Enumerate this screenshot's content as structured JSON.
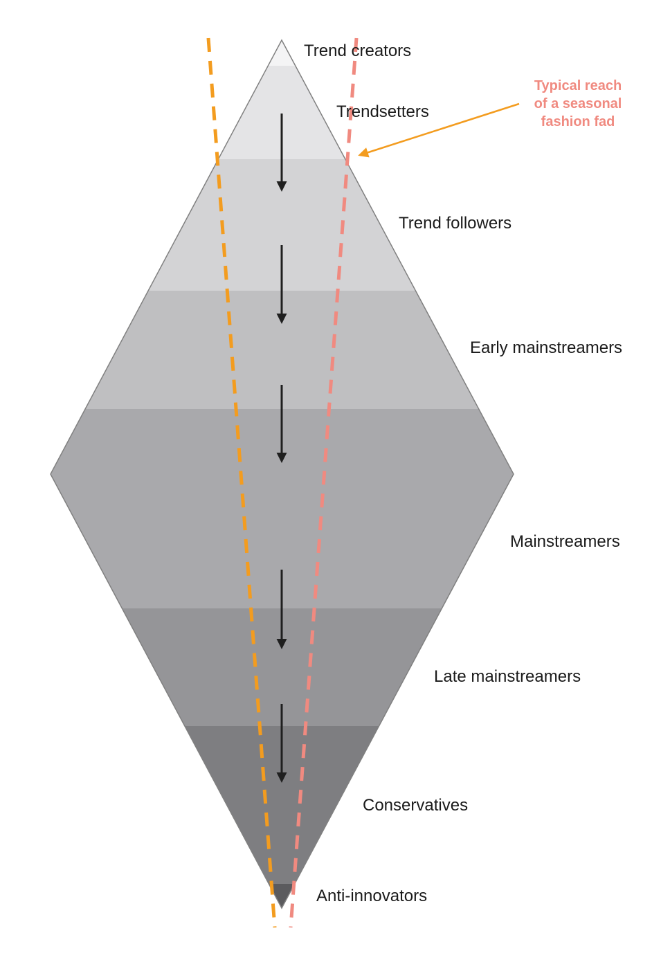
{
  "diagram": {
    "layers": [
      {
        "label": "Trend creators",
        "fill": "#f4f4f5"
      },
      {
        "label": "Trendsetters",
        "fill": "#e4e4e6"
      },
      {
        "label": "Trend followers",
        "fill": "#d3d3d5"
      },
      {
        "label": "Early mainstreamers",
        "fill": "#bfbfc1"
      },
      {
        "label": "Mainstreamers",
        "fill": "#a9a9ac"
      },
      {
        "label": "Late mainstreamers",
        "fill": "#959598"
      },
      {
        "label": "Conservatives",
        "fill": "#7e7e81"
      },
      {
        "label": "Anti-innovators",
        "fill": "#5b5b5e"
      }
    ],
    "annotation": {
      "lines": [
        "Typical reach",
        "of a seasonal",
        "fashion fad"
      ]
    },
    "colors": {
      "outline": "#808080",
      "flow_arrow": "#1f1f1f",
      "reach_left_dashed": "#f39c1f",
      "reach_right_dashed": "#f08a80",
      "annotation_text": "#f08a80",
      "annotation_arrow": "#f39c1f"
    },
    "flow_arrow_count": 5
  }
}
